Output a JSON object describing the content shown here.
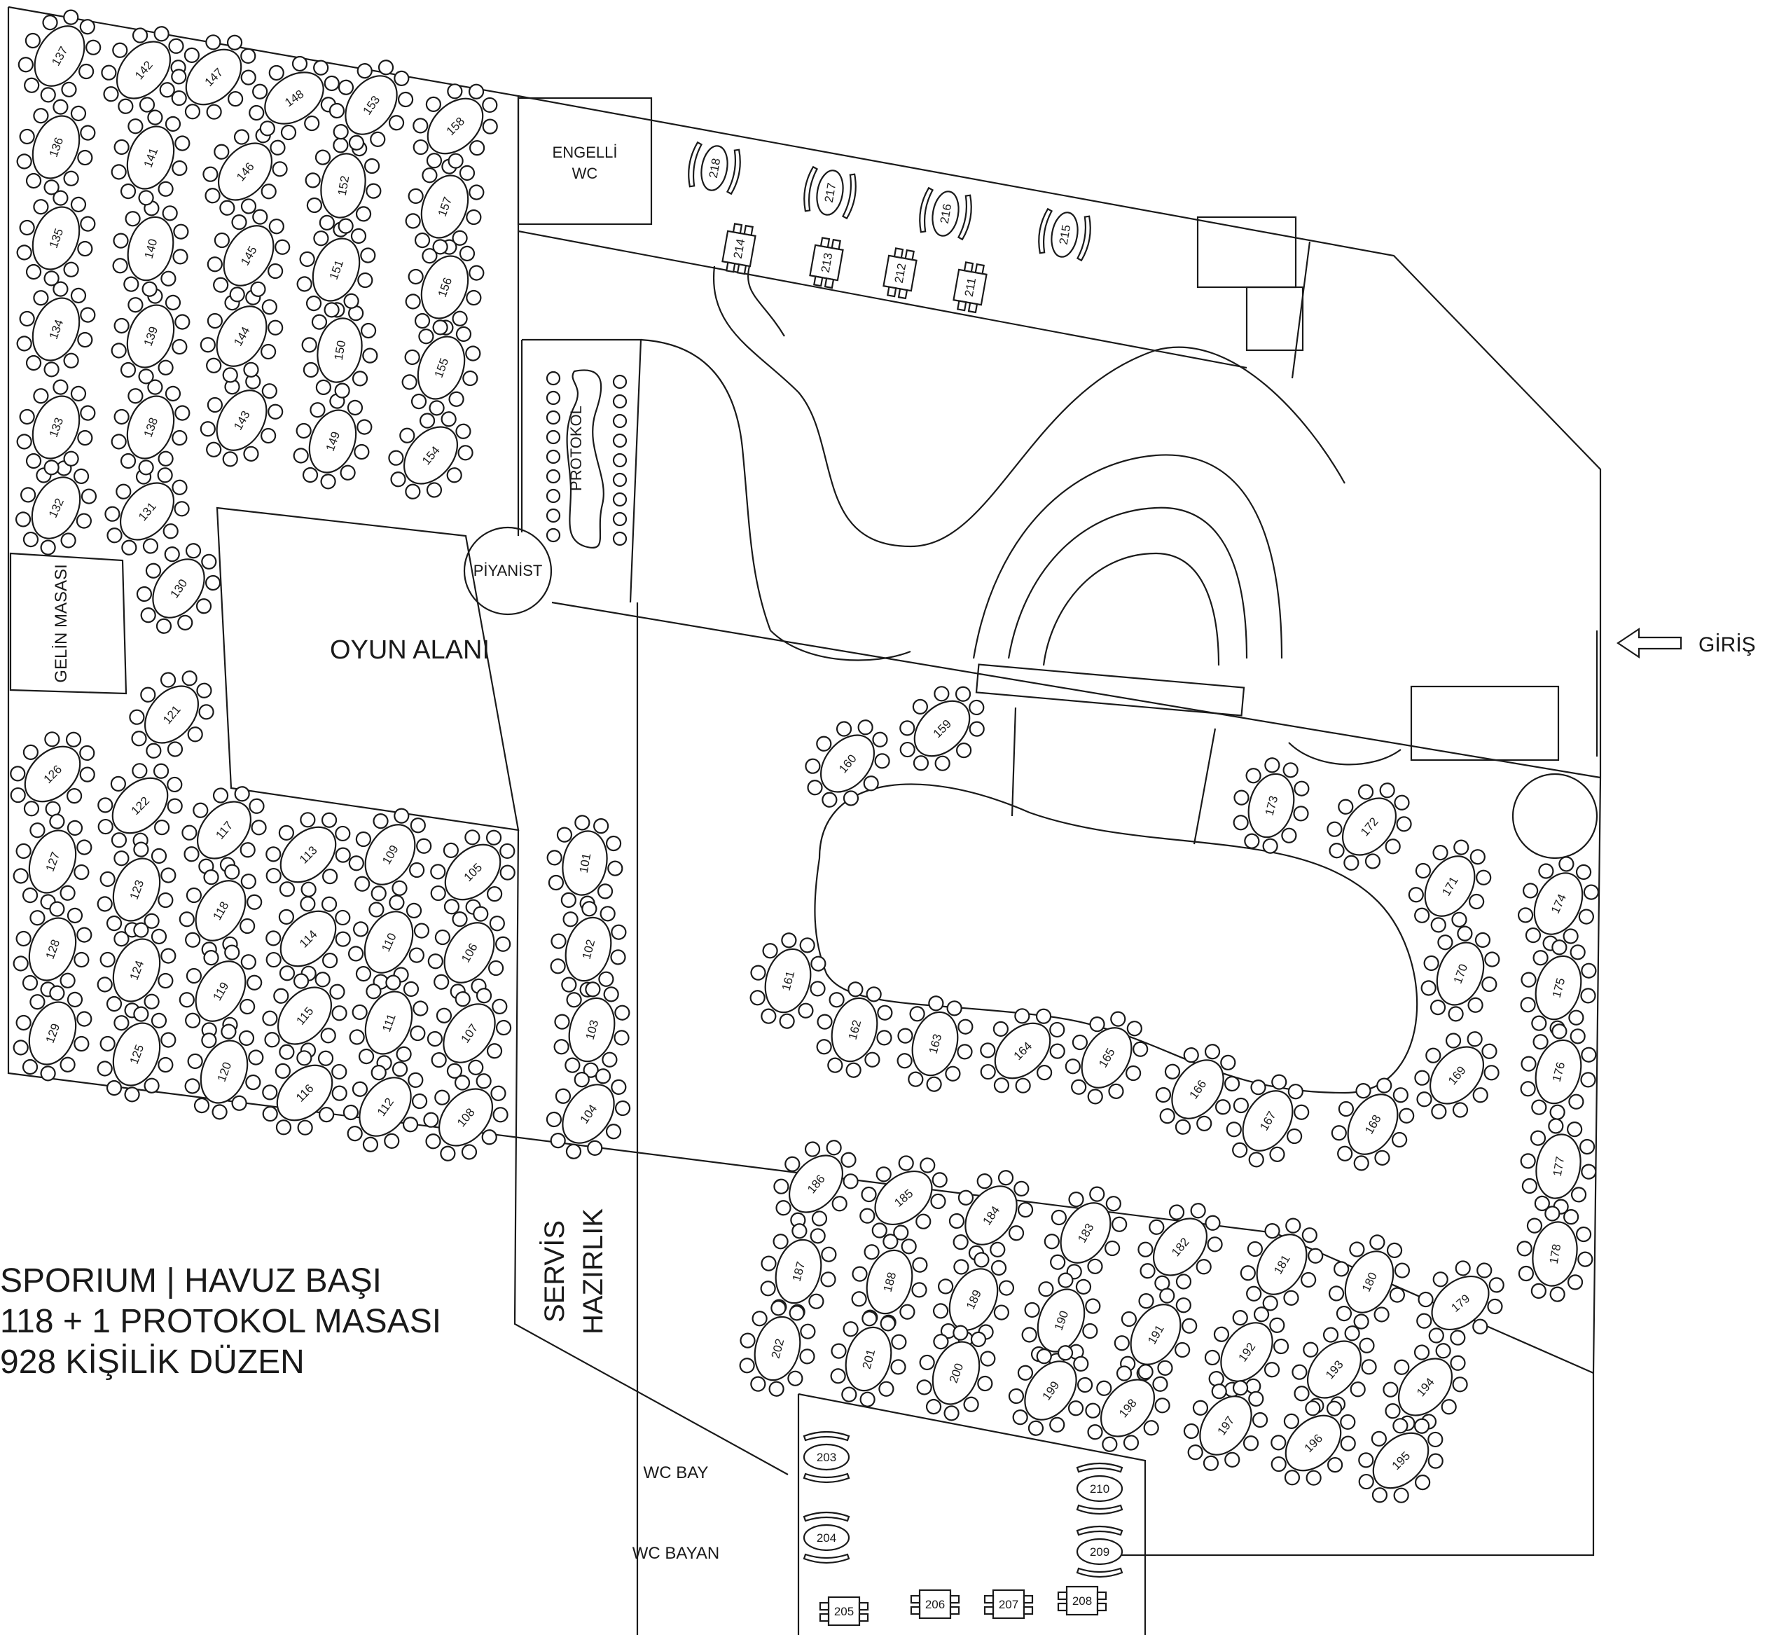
{
  "title": {
    "line1": "SPORIUM | HAVUZ BAŞI",
    "line2": "118 + 1 PROTOKOL MASASI",
    "line3": "928 KİŞİLİK DÜZEN"
  },
  "labels": {
    "engelli_wc_1": "ENGELLİ",
    "engelli_wc_2": "WC",
    "protokol": "PROTOKOL",
    "piyanist": "PİYANİST",
    "gelin_masasi": "GELİN MASASI",
    "oyun_alani": "OYUN ALANI",
    "servis": "SERVİS",
    "hazirlik": "HAZIRLIK",
    "giris": "GİRİŞ",
    "wc_bay": "WC BAY",
    "wc_bayan": "WC BAYAN"
  },
  "round_tables": [
    "101",
    "102",
    "103",
    "104",
    "105",
    "106",
    "107",
    "108",
    "109",
    "110",
    "111",
    "112",
    "113",
    "114",
    "115",
    "116",
    "117",
    "118",
    "119",
    "120",
    "121",
    "122",
    "123",
    "124",
    "125",
    "126",
    "127",
    "128",
    "129",
    "130",
    "131",
    "132",
    "133",
    "134",
    "135",
    "136",
    "137",
    "138",
    "139",
    "140",
    "141",
    "142",
    "143",
    "144",
    "145",
    "146",
    "147",
    "148",
    "149",
    "150",
    "151",
    "152",
    "153",
    "154",
    "155",
    "156",
    "157",
    "158",
    "159",
    "160",
    "161",
    "162",
    "163",
    "164",
    "165",
    "166",
    "167",
    "168",
    "169",
    "170",
    "171",
    "172",
    "173",
    "174",
    "175",
    "176",
    "177",
    "178",
    "179",
    "180",
    "181",
    "182",
    "183",
    "184",
    "185",
    "186",
    "187",
    "188",
    "189",
    "190",
    "191",
    "192",
    "193",
    "194",
    "195",
    "196",
    "197",
    "198",
    "199",
    "200",
    "201",
    "202"
  ],
  "sofa_tables": [
    "203",
    "204",
    "209",
    "210",
    "215",
    "216",
    "217",
    "218"
  ],
  "square_tables": [
    "205",
    "206",
    "207",
    "208",
    "211",
    "212",
    "213",
    "214"
  ]
}
